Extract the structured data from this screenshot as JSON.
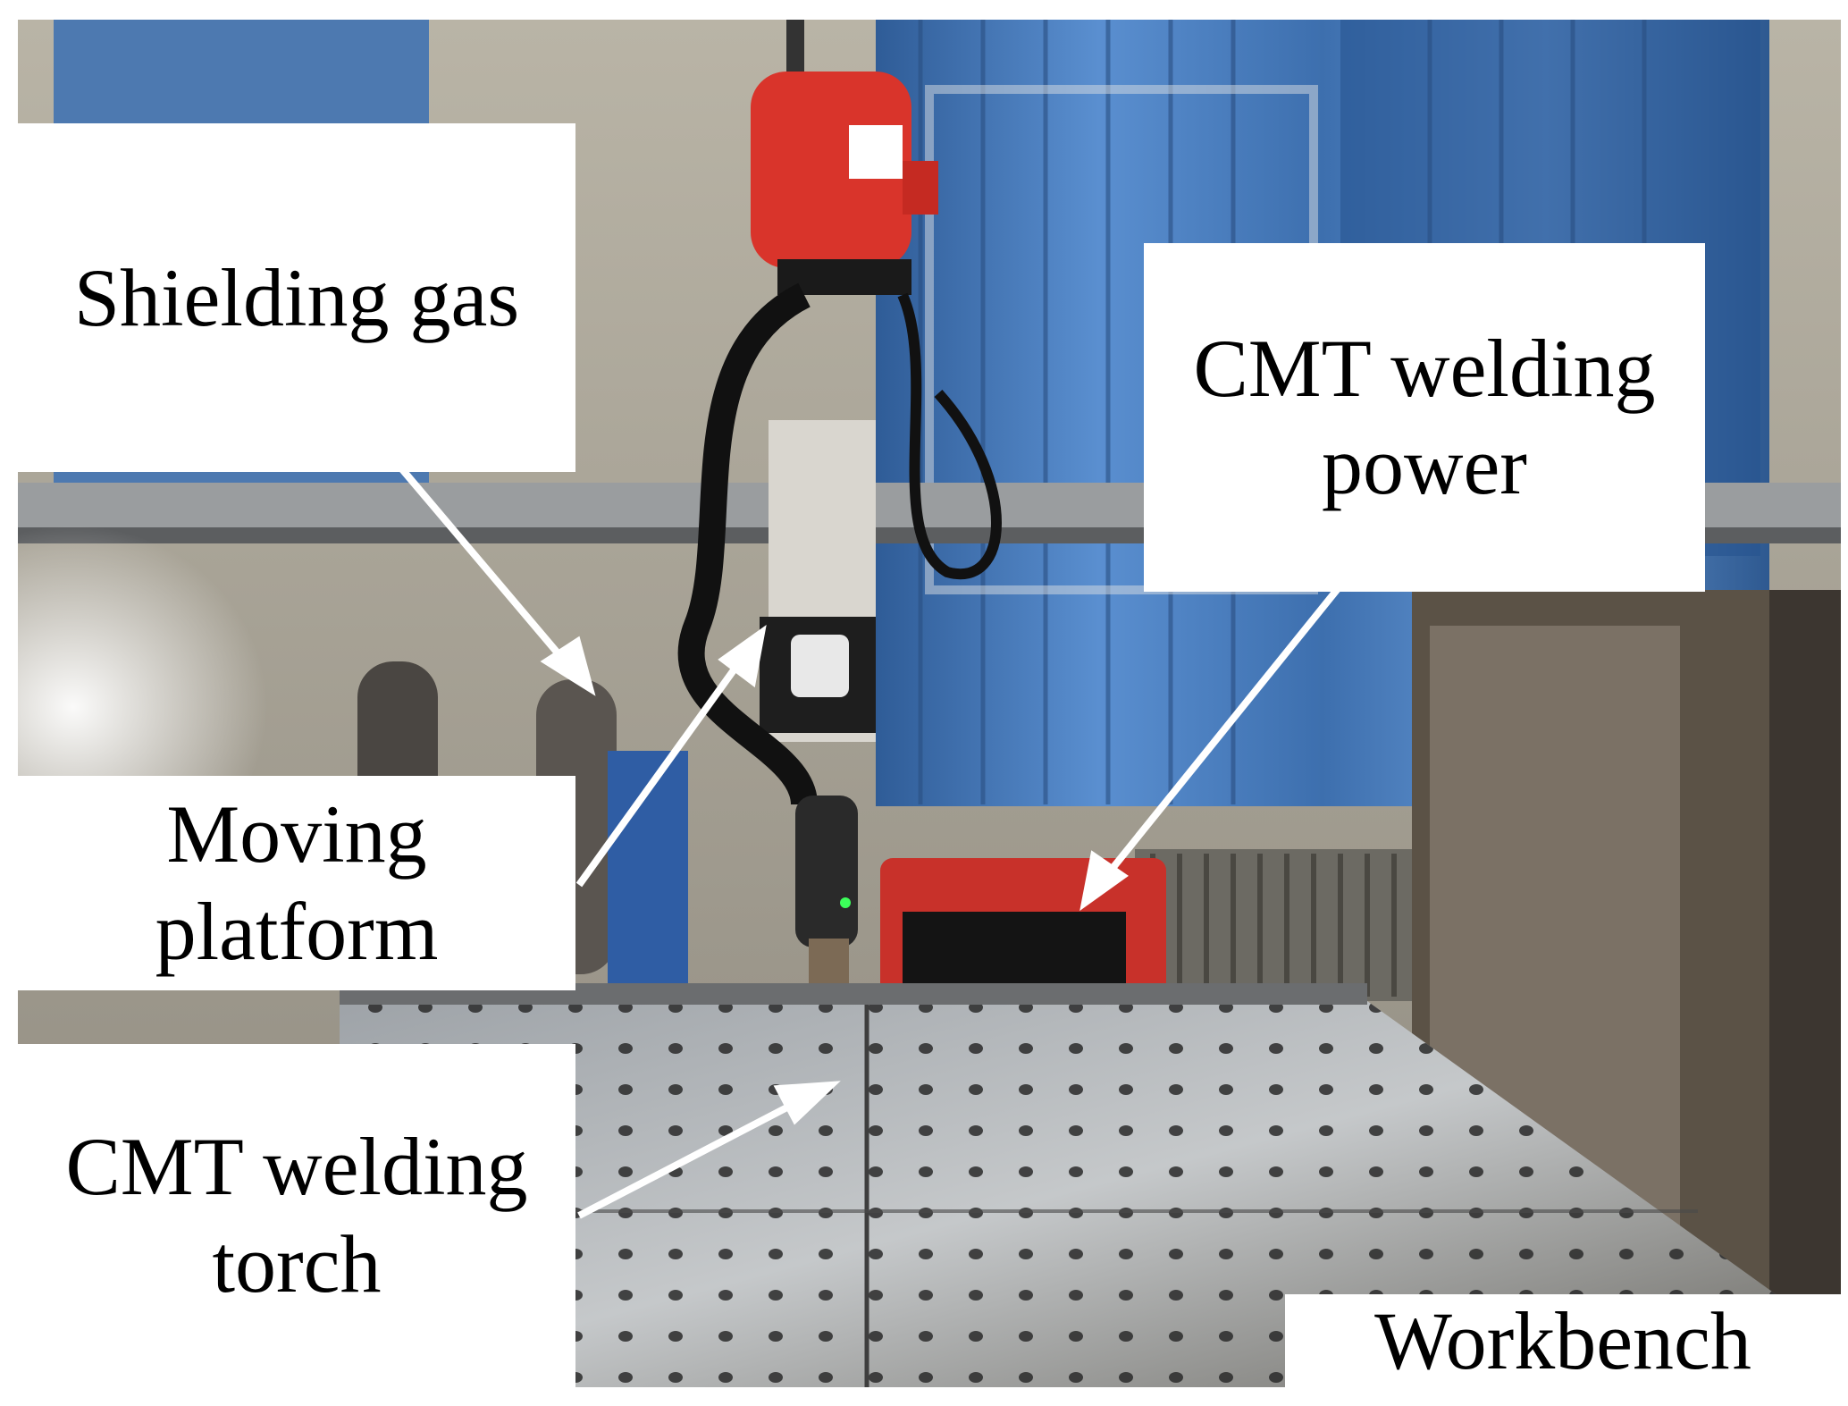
{
  "labels": {
    "shielding_gas": "Shielding gas",
    "cmt_power": [
      "CMT welding",
      "power"
    ],
    "moving_platform": [
      "Moving",
      "platform"
    ],
    "cmt_torch": [
      "CMT welding",
      "torch"
    ],
    "workbench": "Workbench"
  },
  "colors": {
    "arrow": "#ffffff",
    "label_bg": "#ffffff",
    "label_text": "#000000",
    "curtain": "#3d6fae",
    "wire_feeder": "#d9342b",
    "power_source": "#c8312a",
    "table": "#8a8d90"
  }
}
